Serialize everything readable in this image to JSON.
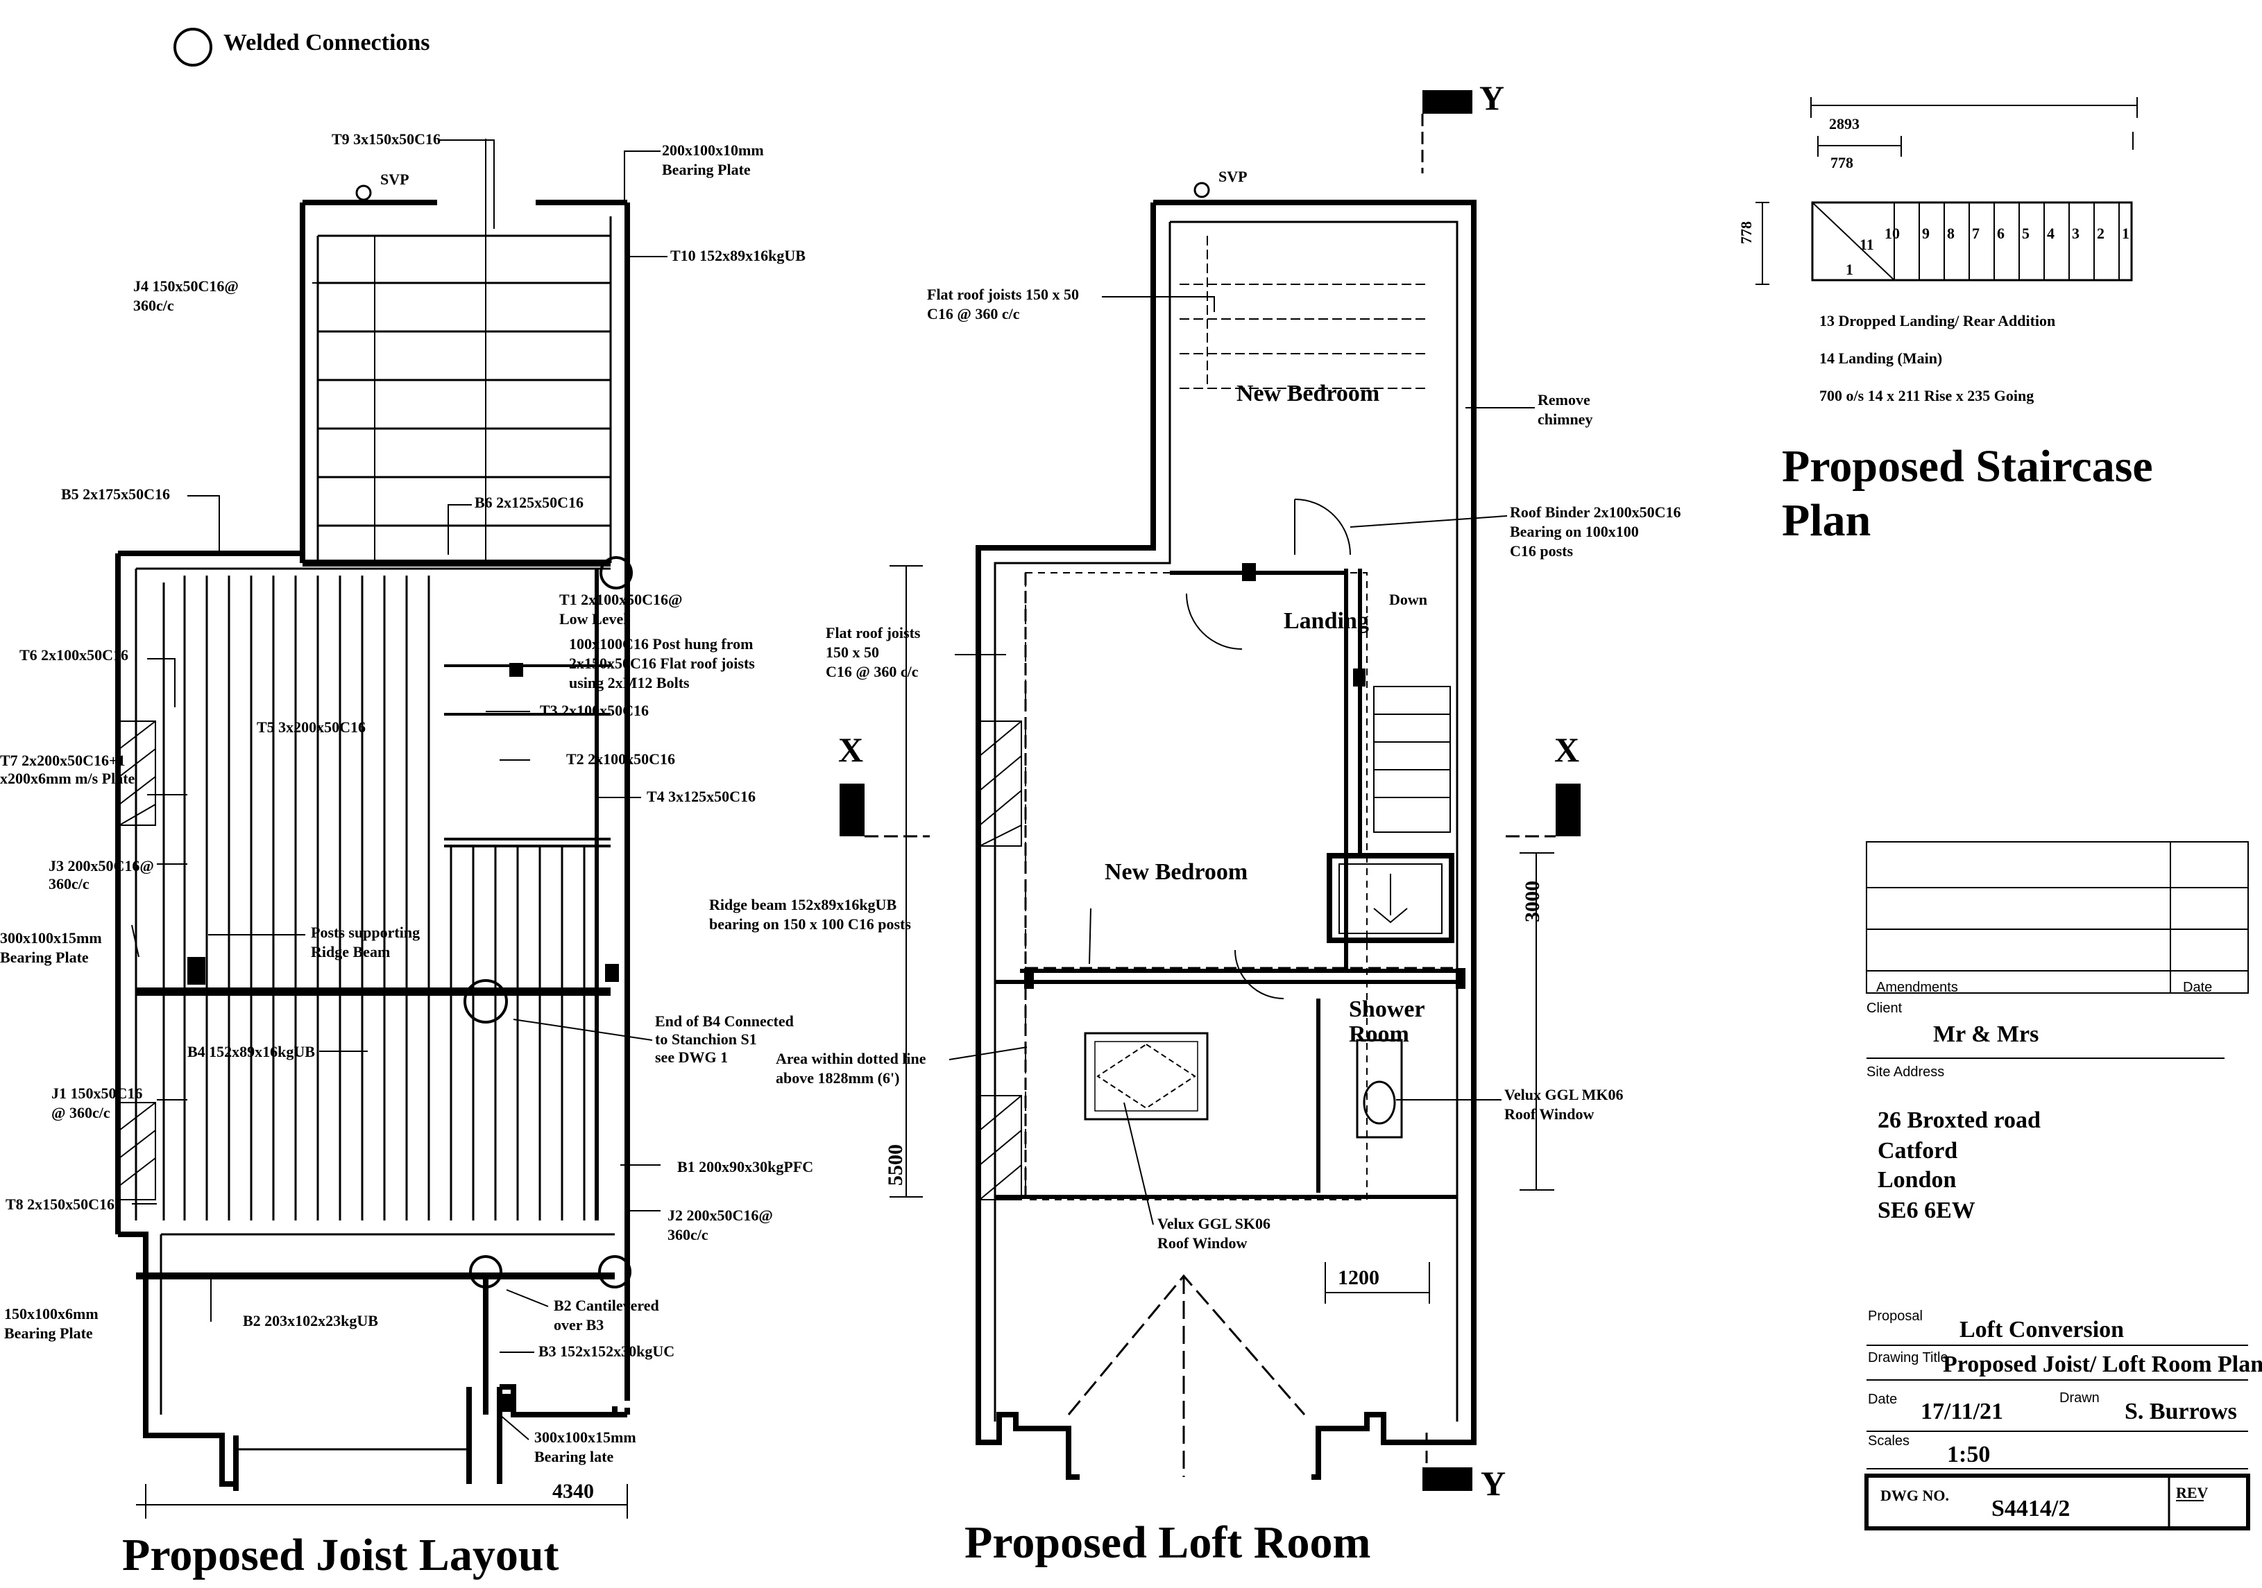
{
  "legend": {
    "symbol": "circle-icon",
    "label": "Welded Connections"
  },
  "joist_layout": {
    "title": "Proposed Joist Layout",
    "svp": "SVP",
    "dimension": "4340",
    "labels": [
      "T9 3x150x50C16",
      "200x100x10mm",
      "Bearing Plate",
      "T10 152x89x16kgUB",
      "J4 150x50C16@",
      "360c/c",
      "B5 2x175x50C16",
      "B6 2x125x50C16",
      "T1 2x100x50C16@",
      "Low Level",
      "100x100C16 Post hung from",
      "2x150x50C16 Flat roof joists",
      "using 2xM12 Bolts",
      "T6 2x100x50C16",
      "T3 2x100x50C16",
      "T5 3x200x50C16",
      "T2 2x100x50C16",
      "T7 2x200x50C16+1",
      "x200x6mm m/s Plate",
      "T4 3x125x50C16",
      "J3 200x50C16@",
      "360c/c",
      "300x100x15mm",
      "Bearing Plate",
      "Posts supporting",
      "Ridge Beam",
      "End of B4 Connected",
      "to Stanchion S1",
      "see DWG 1",
      "B4 152x89x16kgUB",
      "J1 150x50C16",
      "@ 360c/c",
      "B1 200x90x30kgPFC",
      "T8 2x150x50C16",
      "J2 200x50C16@",
      "360c/c",
      "150x100x6mm",
      "Bearing Plate",
      "B2 203x102x23kgUB",
      "B2 Cantilevered",
      "over B3",
      "B3 152x152x30kgUC",
      "300x100x15mm",
      "Bearing late"
    ]
  },
  "loft_room": {
    "title": "Proposed Loft Room",
    "svp": "SVP",
    "section_y": "Y",
    "section_x": "X",
    "rooms": {
      "bedroom_top": "New Bedroom",
      "landing": "Landing",
      "down": "Down",
      "bedroom_main": "New Bedroom",
      "shower_1": "Shower",
      "shower_2": "Room"
    },
    "dims": {
      "d3000": "3000",
      "d5500": "5500",
      "d1200": "1200"
    },
    "labels": [
      "Flat roof joists 150 x 50",
      "C16 @ 360 c/c",
      "Remove",
      "chimney",
      "Roof Binder 2x100x50C16",
      "Bearing on 100x100",
      "C16 posts",
      "Flat roof joists",
      "150 x 50",
      "C16 @ 360 c/c",
      "Ridge beam 152x89x16kgUB",
      "bearing on 150 x 100 C16 posts",
      "Area within dotted line",
      "above 1828mm (6')",
      "Velux GGL MK06",
      "Roof Window",
      "Velux GGL SK06",
      "Roof Window"
    ]
  },
  "staircase": {
    "title_1": "Proposed Staircase",
    "title_2": "Plan",
    "dim_top": "2893",
    "dim_sub": "778",
    "dim_side": "778",
    "treads": [
      "1",
      "2",
      "3",
      "4",
      "5",
      "6",
      "7",
      "8",
      "9",
      "10",
      "11",
      "1"
    ],
    "notes": [
      "13 Dropped Landing/ Rear Addition",
      "14 Landing (Main)",
      "700 o/s  14 x 211 Rise x 235 Going"
    ]
  },
  "title_block": {
    "amendments": "Amendments",
    "date_head": "Date",
    "client_lbl": "Client",
    "client": "Mr & Mrs",
    "site_lbl": "Site Address",
    "address": [
      "26 Broxted road",
      "Catford",
      "London",
      "SE6 6EW"
    ],
    "proposal_lbl": "Proposal",
    "proposal": "Loft Conversion",
    "drawing_title_lbl": "Drawing Title",
    "drawing_title": "Proposed Joist/ Loft Room Plan",
    "date_lbl": "Date",
    "date": "17/11/21",
    "drawn_lbl": "Drawn",
    "drawn": "S. Burrows",
    "scales_lbl": "Scales",
    "scale": "1:50",
    "dwg_lbl": "DWG NO.",
    "dwg": "S4414/2",
    "rev_lbl": "REV"
  }
}
